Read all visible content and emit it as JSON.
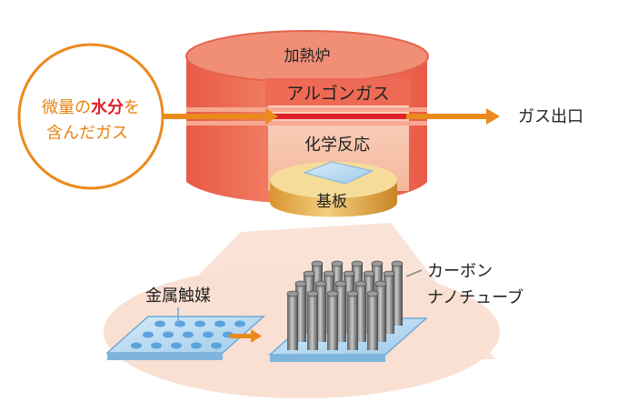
{
  "furnace": {
    "label": "加熱炉",
    "gas_label": "アルゴンガス",
    "reaction_label": "化学反応",
    "substrate_label": "基板"
  },
  "input_gas": {
    "line1_pre": "微量の",
    "line1_em": "水分",
    "line1_post": "を",
    "line2": "含んだガス"
  },
  "outlet": {
    "label": "ガス出口"
  },
  "detail": {
    "catalyst_label": "金属触媒",
    "cnt_label_line1": "カーボン",
    "cnt_label_line2": "ナノチューブ"
  },
  "colors": {
    "furnace": "#ee6a55",
    "furnace_light": "#f6b49a",
    "orange": "#e8830f",
    "red_emphasis": "#e0202a",
    "inner": "#f8c8b2",
    "glass": "#a9d4f0",
    "substrate_gold": "#e9b35a"
  }
}
